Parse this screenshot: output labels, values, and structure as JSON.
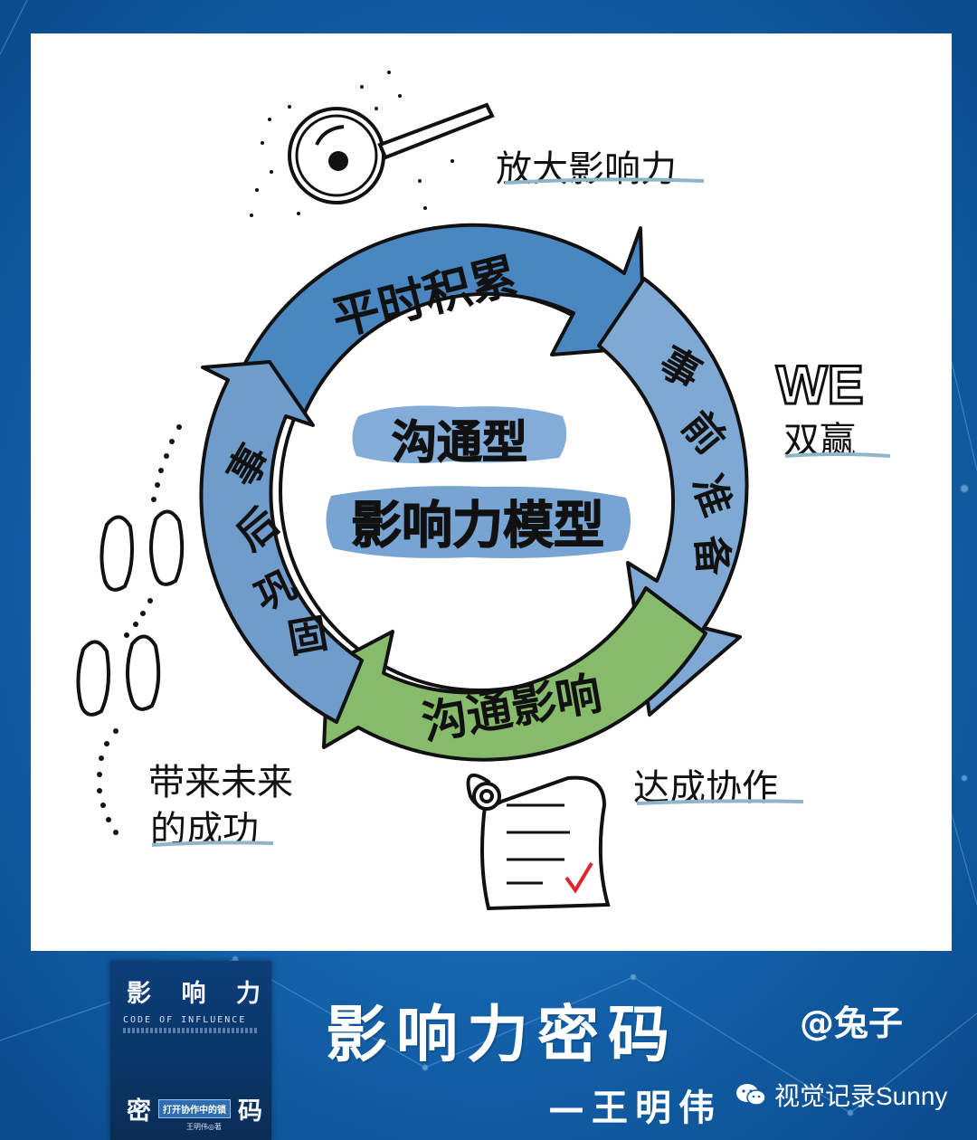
{
  "colors": {
    "background": "#0f5fa8",
    "card": "#ffffff",
    "arc_blue_dark": "#4a86c0",
    "arc_blue_light": "#7ea9d4",
    "arc_green": "#86bb6b",
    "ink": "#111111",
    "underline": "#8fb5c9",
    "check_mark": "#e0262a"
  },
  "center": {
    "line1": "沟通型",
    "line2": "影响力模型"
  },
  "cycle": {
    "top": "平时积累",
    "right_1": "事",
    "right_2": "前",
    "right_3": "准",
    "right_4": "备",
    "bottom": "沟通影响",
    "left_1": "事",
    "left_2": "后",
    "left_3": "巩",
    "left_4": "固"
  },
  "notes": {
    "magnify": "放大影响力",
    "we": "WE",
    "win": "双赢",
    "future_1": "带来未来",
    "future_2": "的成功",
    "cooperate": "达成协作"
  },
  "footer": {
    "cover_title_1": [
      "影",
      "响",
      "力"
    ],
    "cover_en": "CODE OF INFLUENCE",
    "cover_title_2_a": "密",
    "cover_subtitle": "打开协作中的锁",
    "cover_title_2_b": "码",
    "cover_author": "王明伟◎著",
    "title": "影响力密码",
    "author": "—王明伟",
    "handle": "@兔子",
    "wechat": "视觉记录Sunny"
  },
  "icons": [
    "magnifier-icon",
    "footprints-icon",
    "scroll-icon",
    "checkmark-icon",
    "wechat-icon"
  ]
}
